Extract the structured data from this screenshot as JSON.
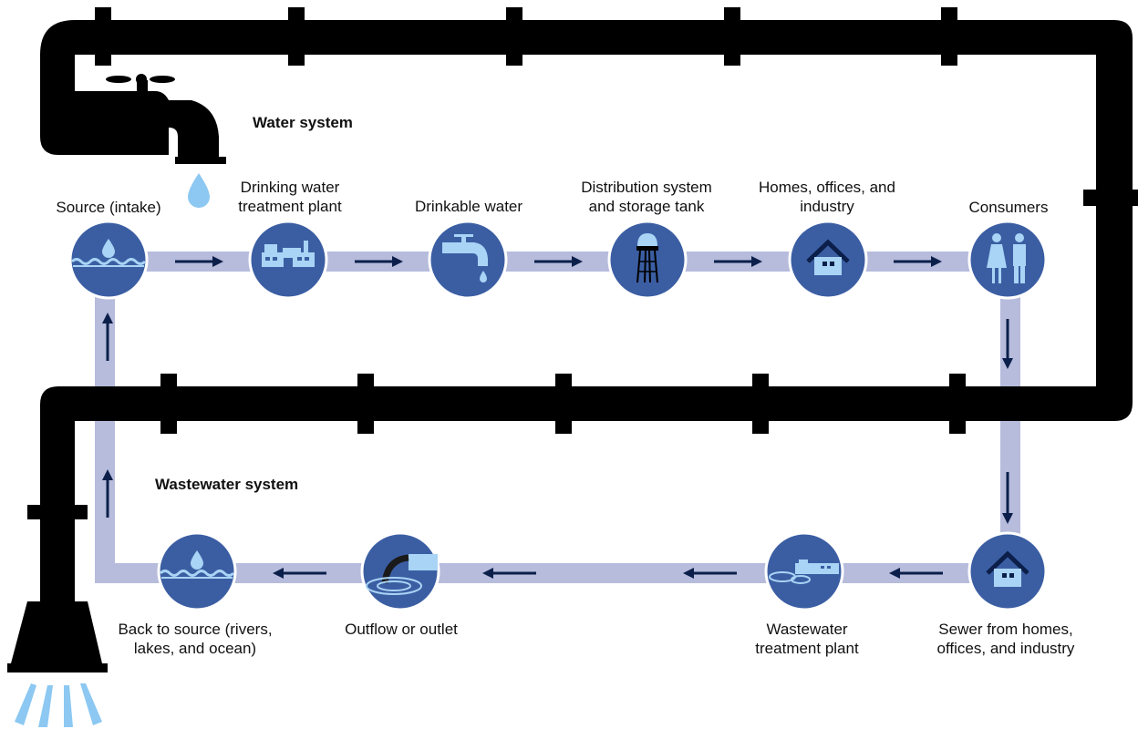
{
  "water_system": {
    "heading": "Water system",
    "nodes": [
      {
        "label": "Source (intake)",
        "icon": "water-surface-droplet-icon"
      },
      {
        "label": "Drinking water\ntreatment plant",
        "icon": "treatment-plant-icon"
      },
      {
        "label": "Drinkable water",
        "icon": "faucet-icon"
      },
      {
        "label": "Distribution system\nand storage tank",
        "icon": "water-tower-icon"
      },
      {
        "label": "Homes, offices, and\nindustry",
        "icon": "house-icon"
      },
      {
        "label": "Consumers",
        "icon": "people-icon"
      }
    ]
  },
  "wastewater_system": {
    "heading": "Wastewater system",
    "nodes": [
      {
        "label": "Sewer from homes,\noffices, and industry",
        "icon": "house-icon"
      },
      {
        "label": "Wastewater\ntreatment plant",
        "icon": "wastewater-plant-icon"
      },
      {
        "label": "Outflow or outlet",
        "icon": "outflow-pipe-icon"
      },
      {
        "label": "Back to source (rivers,\nlakes, and ocean)",
        "icon": "water-surface-droplet-icon"
      }
    ]
  },
  "colors": {
    "pipe": "#000000",
    "flow_band": "#b7bcdc",
    "node_fill": "#3b5ea3",
    "icon_light": "#a9d4f5",
    "arrow": "#0b1f4a",
    "droplet": "#8cc8f2"
  }
}
